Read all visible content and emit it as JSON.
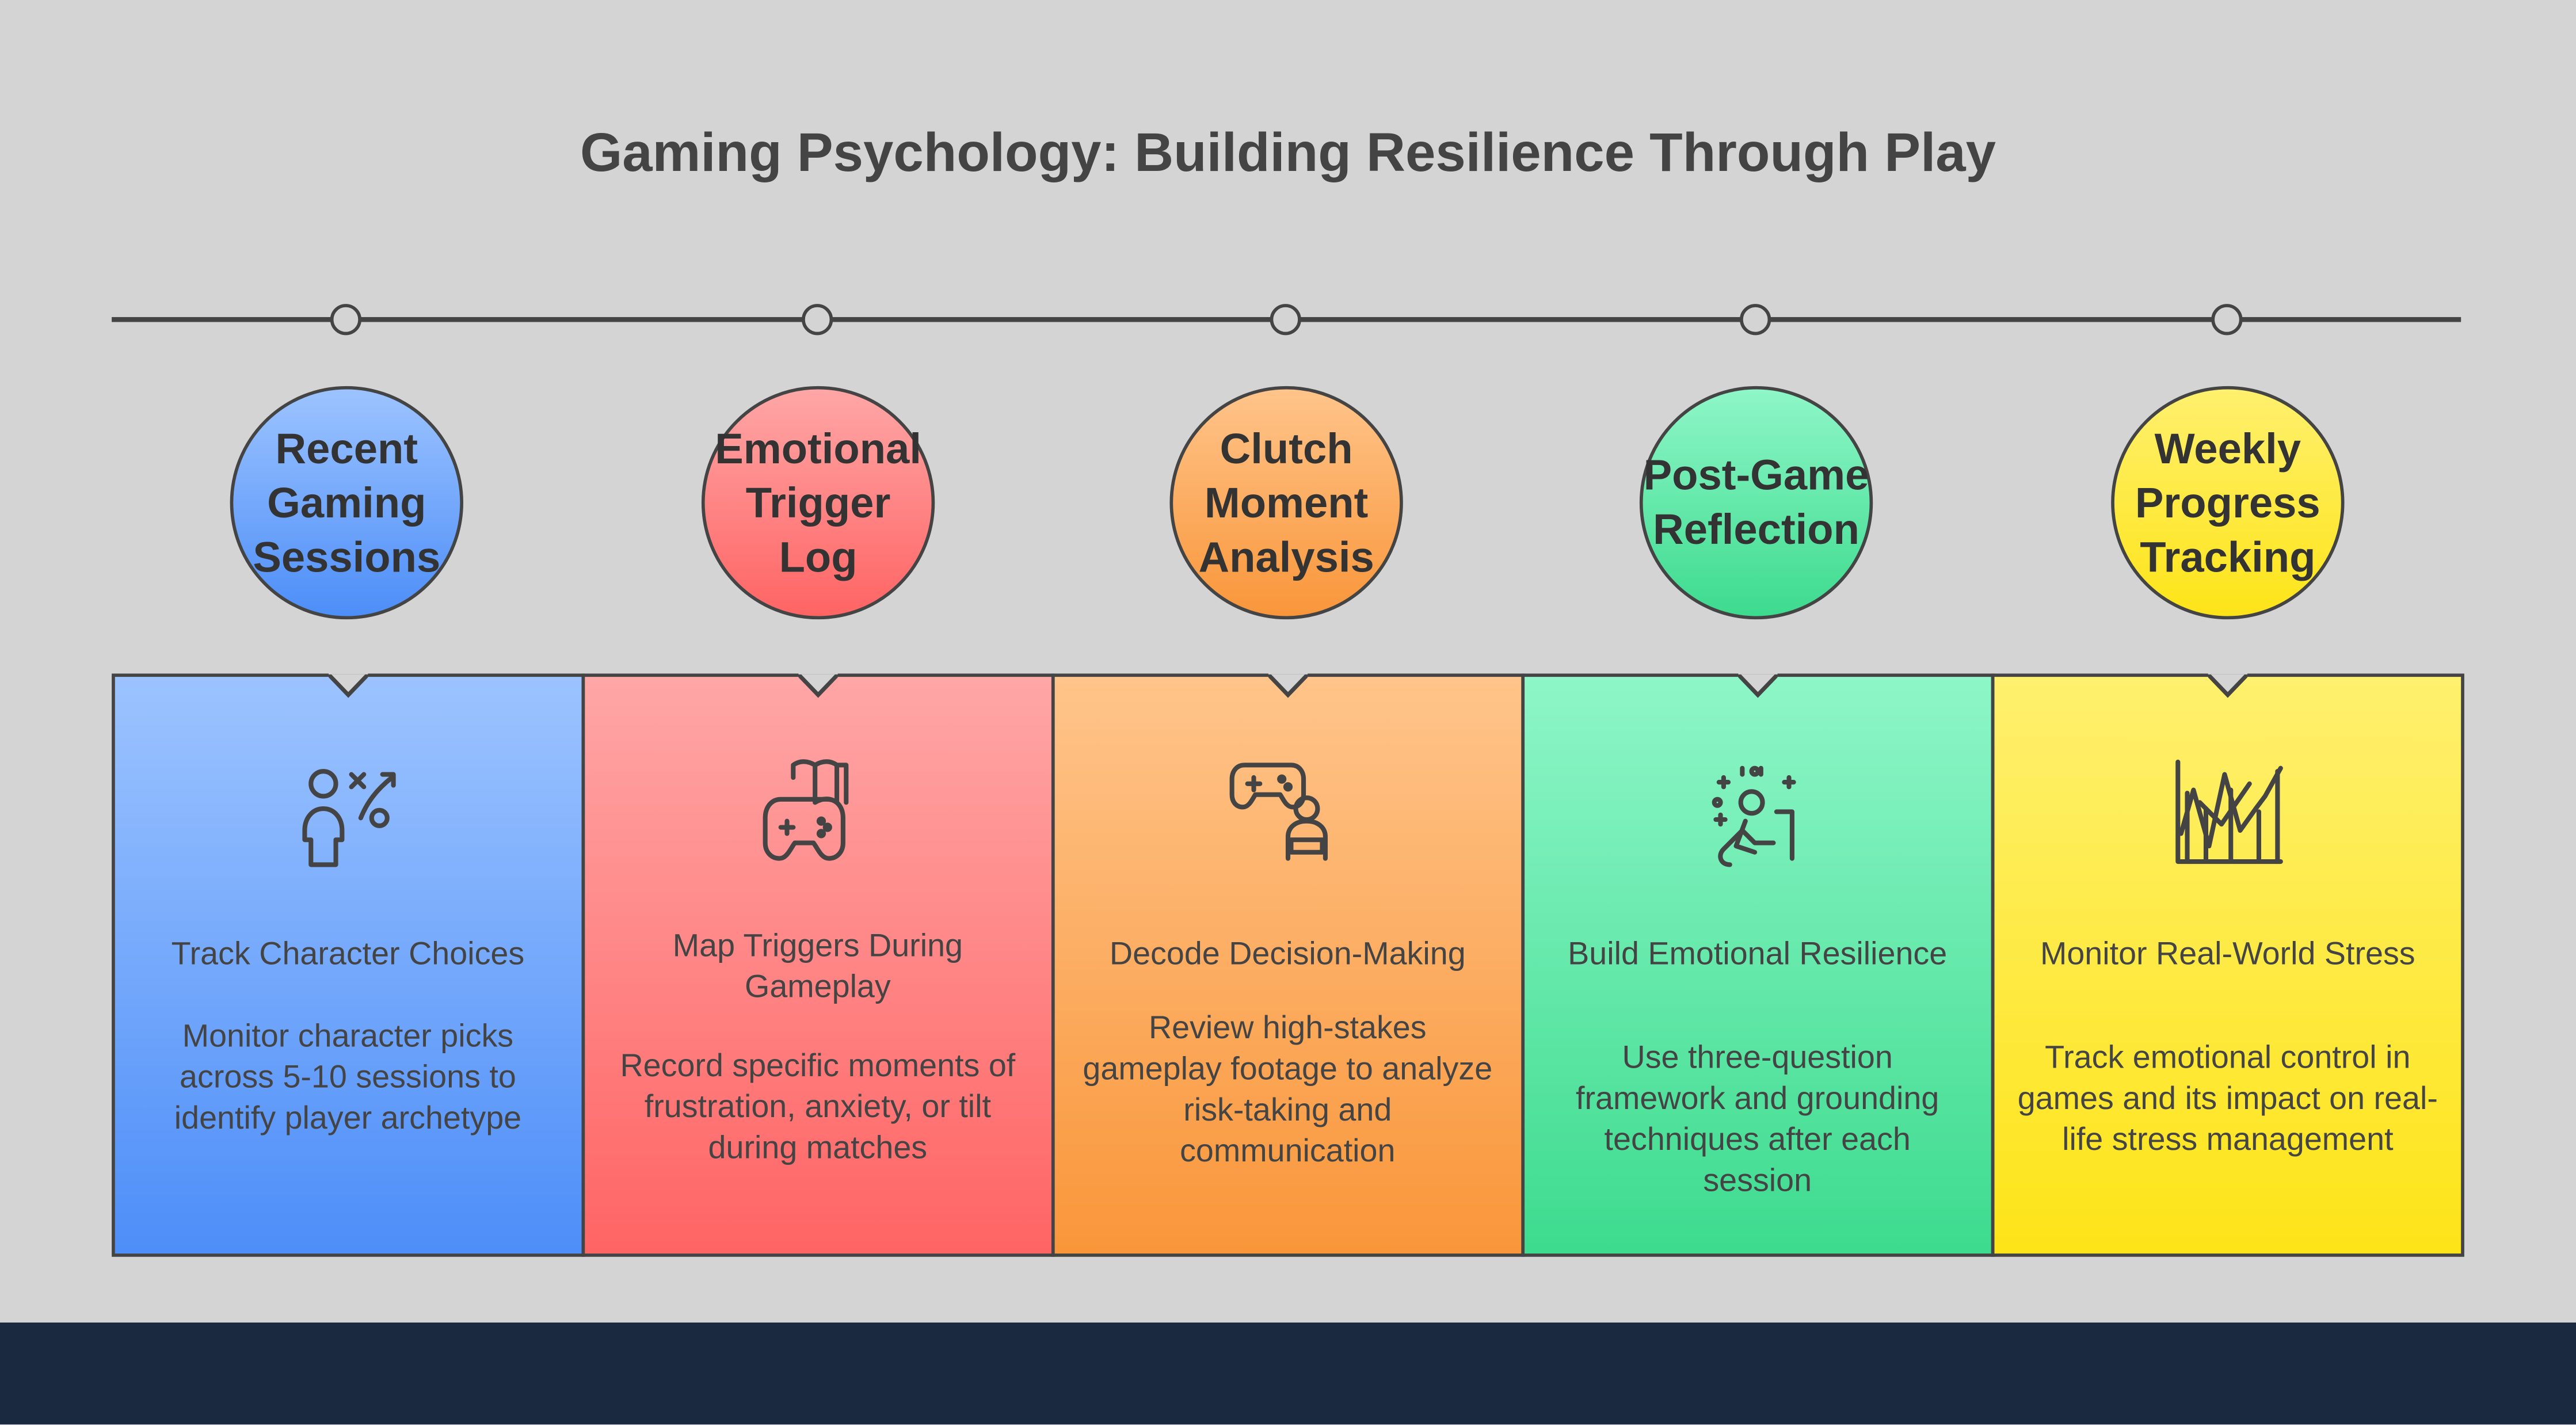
{
  "title": "Gaming Psychology: Building Resilience Through Play",
  "steps": [
    {
      "circle": "Recent Gaming Sessions",
      "icon": "strategy-person-icon",
      "heading": "Track Character Choices",
      "description": "Monitor character picks across 5-10 sessions to identify player archetype",
      "color_top": "#9cc3ff",
      "color_bottom": "#4d8ef8"
    },
    {
      "circle": "Emotional Trigger Log",
      "icon": "gamepad-book-icon",
      "heading": "Map Triggers During Gameplay",
      "description": "Record specific moments of frustration, anxiety, or tilt during matches",
      "color_top": "#ffa6a6",
      "color_bottom": "#ff6464"
    },
    {
      "circle": "Clutch Moment Analysis",
      "icon": "gamer-controller-icon",
      "heading": "Decode Decision-Making",
      "description": "Review high-stakes gameplay footage to analyze risk-taking and communication",
      "color_top": "#ffc48a",
      "color_bottom": "#f9963a"
    },
    {
      "circle": "Post-Game Reflection",
      "icon": "meditating-person-icon",
      "heading": "Build Emotional Resilience",
      "description": "Use three-question framework and grounding techniques after each session",
      "color_top": "#8ef6c8",
      "color_bottom": "#3ddb8e"
    },
    {
      "circle": "Weekly Progress Tracking",
      "icon": "line-chart-icon",
      "heading": "Monitor Real-World Stress",
      "description": "Track emotional control in games and its impact on real-life stress management",
      "color_top": "#fff06e",
      "color_bottom": "#fde418"
    }
  ]
}
